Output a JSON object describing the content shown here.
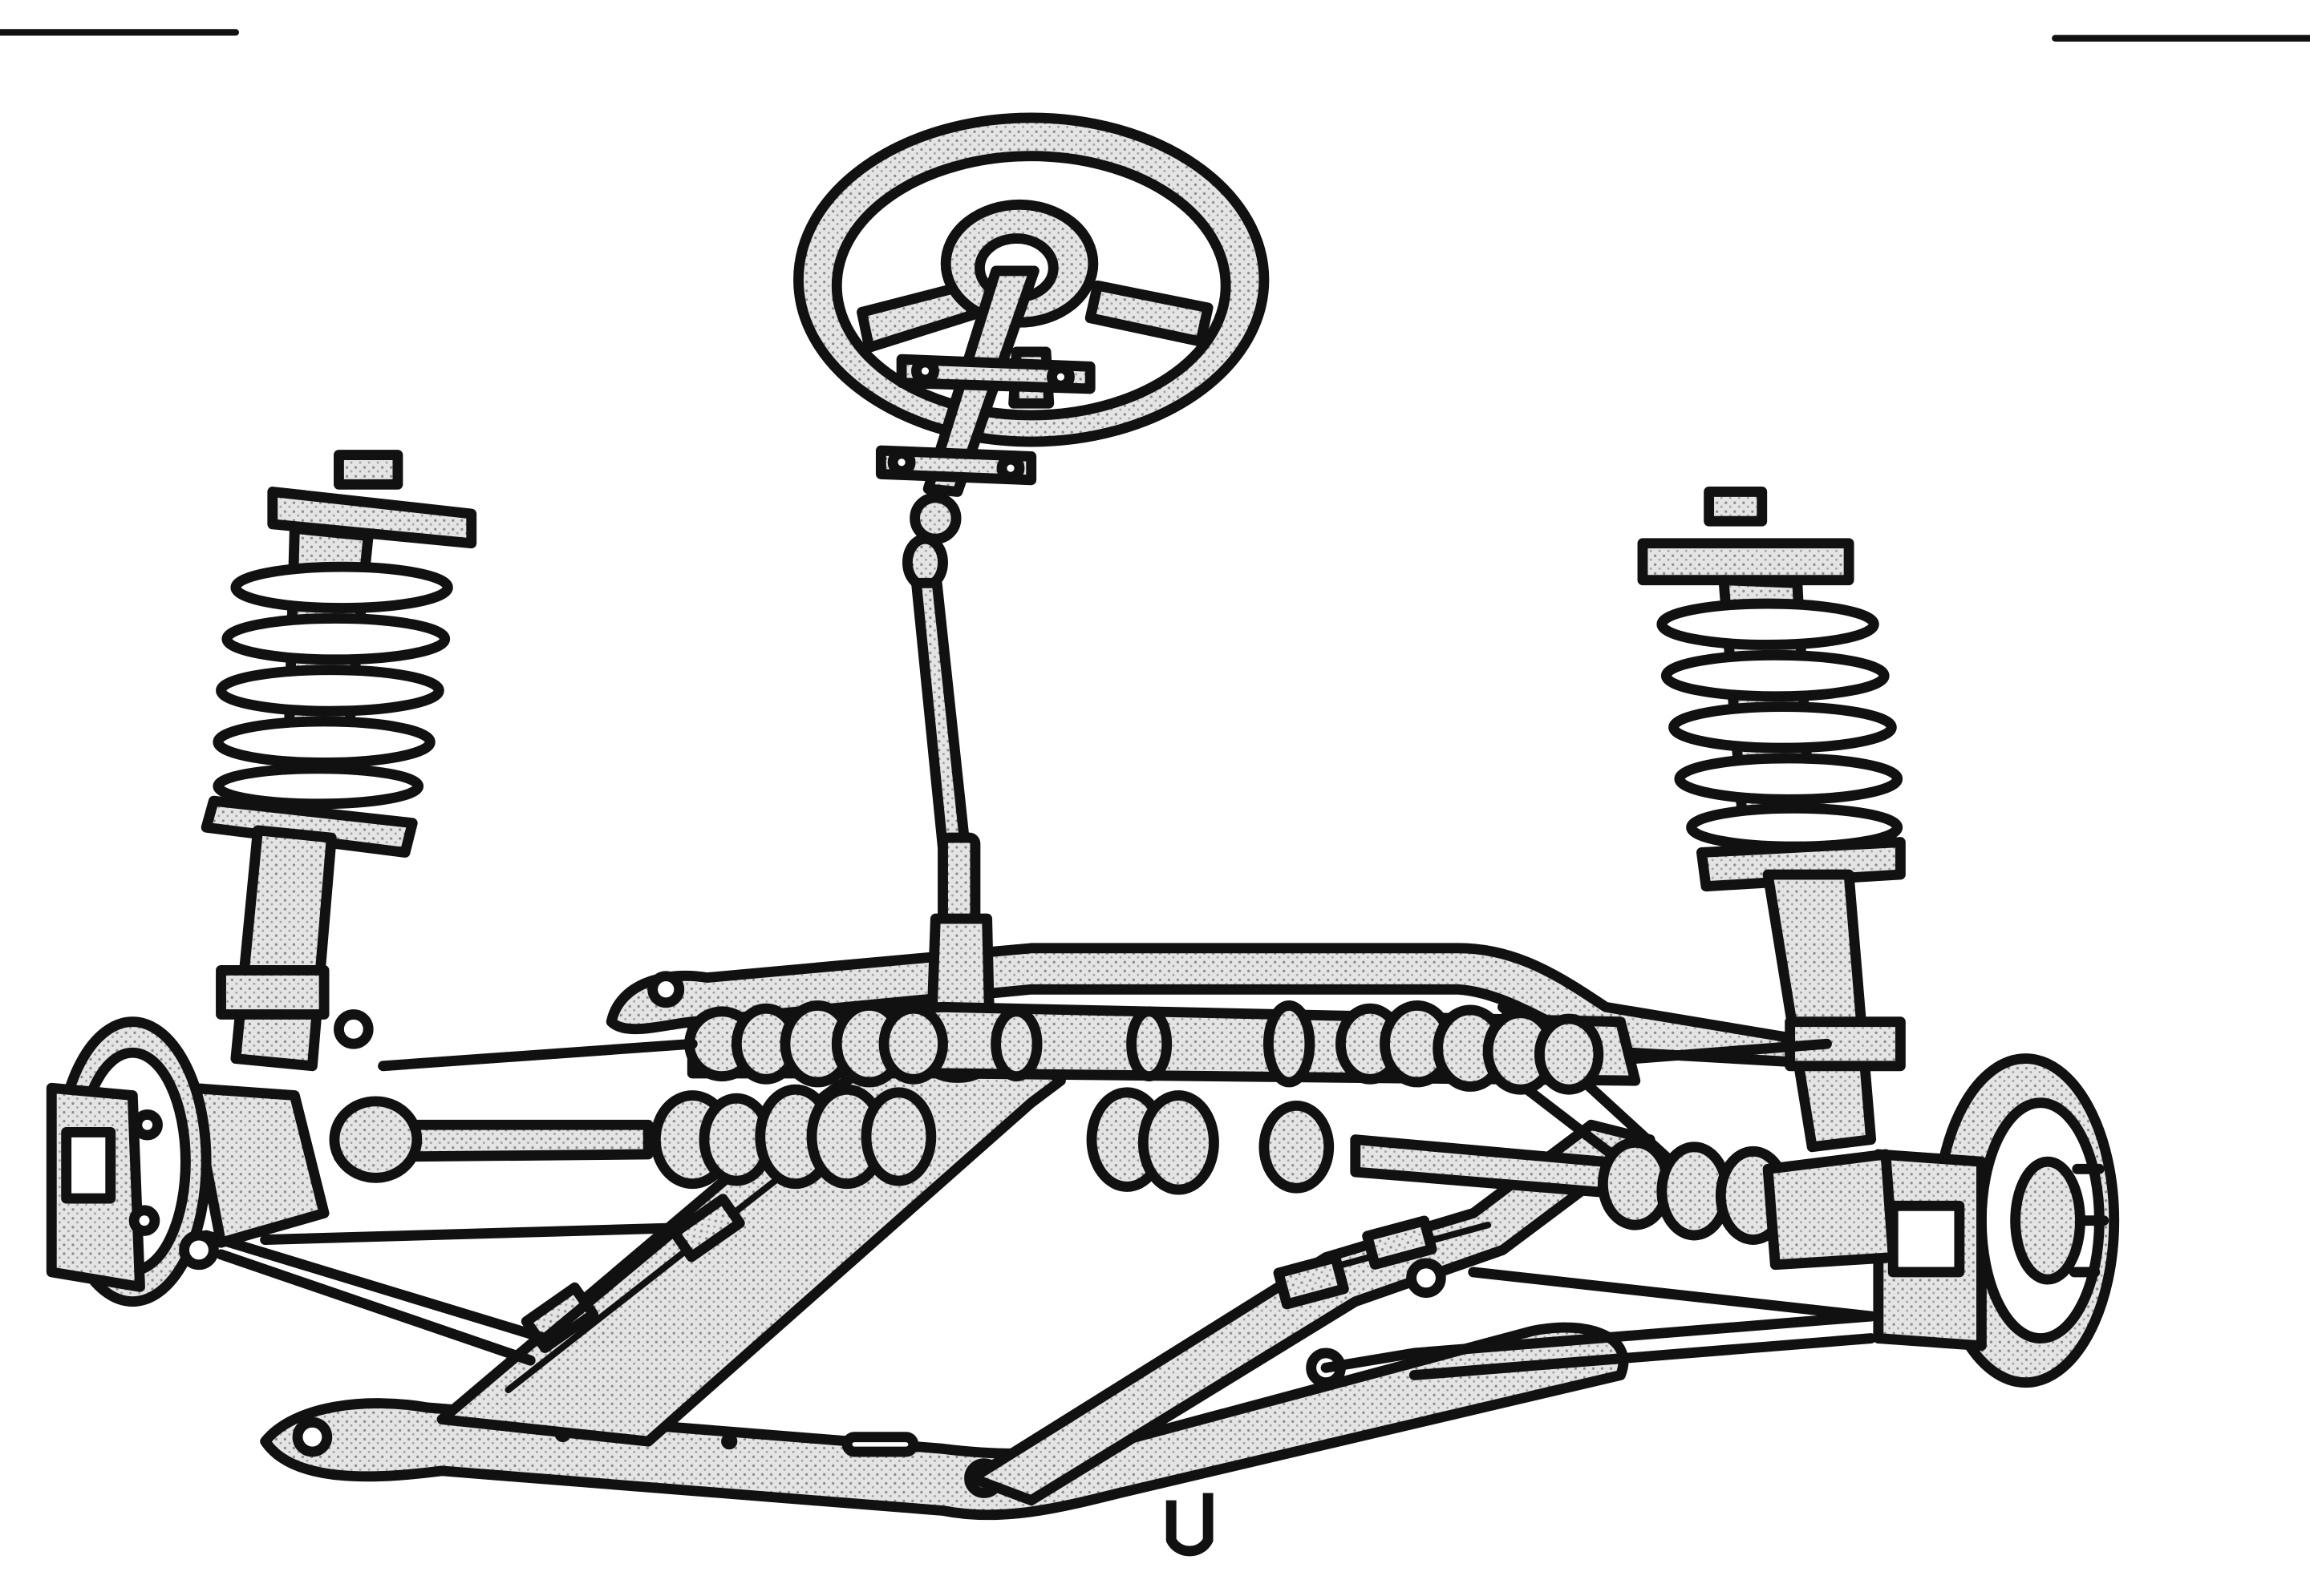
{
  "figure": {
    "kind": "technical line drawing",
    "style": "black ink on white with grey stipple shading",
    "colors": {
      "ink": "#111111",
      "background": "#ffffff",
      "stipple": "#bdbdbd"
    },
    "parts": [
      "steering-wheel",
      "steering-column",
      "rack-and-pinion",
      "left-strut",
      "right-strut",
      "left-coil-spring",
      "right-coil-spring",
      "left-drive-shaft",
      "right-drive-shaft",
      "left-brake-disc",
      "right-brake-disc",
      "left-caliper",
      "right-caliper",
      "subframe",
      "lower-control-arms",
      "anti-roll-bar"
    ]
  }
}
